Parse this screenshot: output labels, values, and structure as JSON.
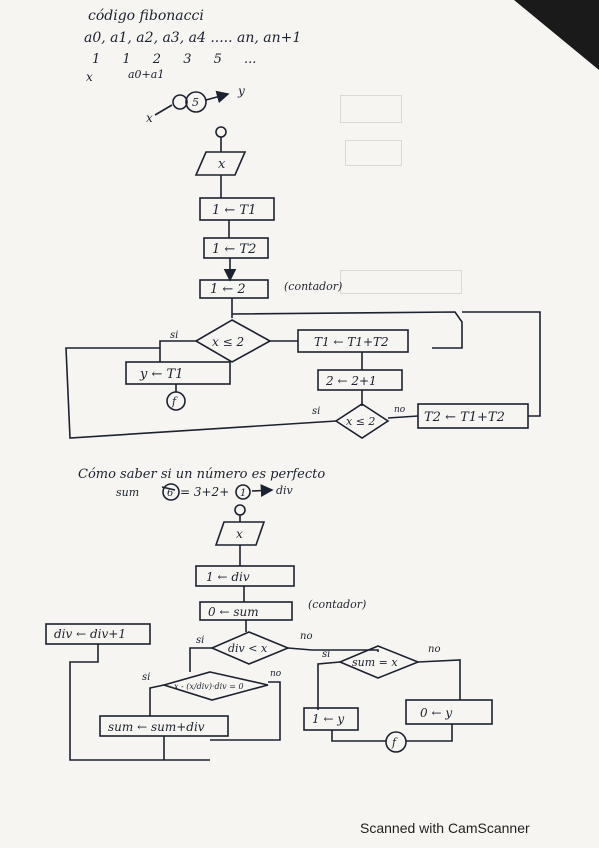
{
  "header": {
    "title": "código fibonacci",
    "sequence": "a0, a1, a2, a3, a4 ..... an, an+1",
    "values": "1  1  2  3  5 ...",
    "x_label": "x",
    "a_sum": "a0+a1",
    "diagram_x": "x",
    "diagram_circle": "5",
    "diagram_y": "y"
  },
  "flow1": {
    "input": "x",
    "assign1": "1 ← T1",
    "assign2": "1 ← T2",
    "assign3": "1 ← 2",
    "counter_note": "(contador)",
    "decision1": "x ≤ 2",
    "yes1": "si",
    "yes_box": "y ← T1",
    "end": "f",
    "t1_box": "T1 ← T1+T2",
    "z_box": "2 ← 2+1",
    "decision2": "x ≤ 2",
    "yes2": "si",
    "no2": "no",
    "t2_box": "T2 ← T1+T2"
  },
  "flow2_header": {
    "title": "Cómo saber si un número es perfecto",
    "sum_label": "sum",
    "circle": "6",
    "expr": "= 3+2+",
    "circle2": "1",
    "div_label": "div"
  },
  "flow2": {
    "input": "x",
    "assign1": "1 ← div",
    "assign2": "0 ← sum",
    "counter_note": "(contador)",
    "div_box": "div ← div+1",
    "decision1": "div < x",
    "yes1": "si",
    "no1": "no",
    "decision2": "x - (x/div)·div = 0",
    "yes2": "si",
    "no2": "no",
    "sum_box": "sum ← sum+div",
    "decision3": "sum = x",
    "yes3": "si",
    "no3": "no",
    "box_yes": "1 ← y",
    "box_no": "0 ← y",
    "end": "f"
  },
  "watermark": "Scanned with CamScanner"
}
